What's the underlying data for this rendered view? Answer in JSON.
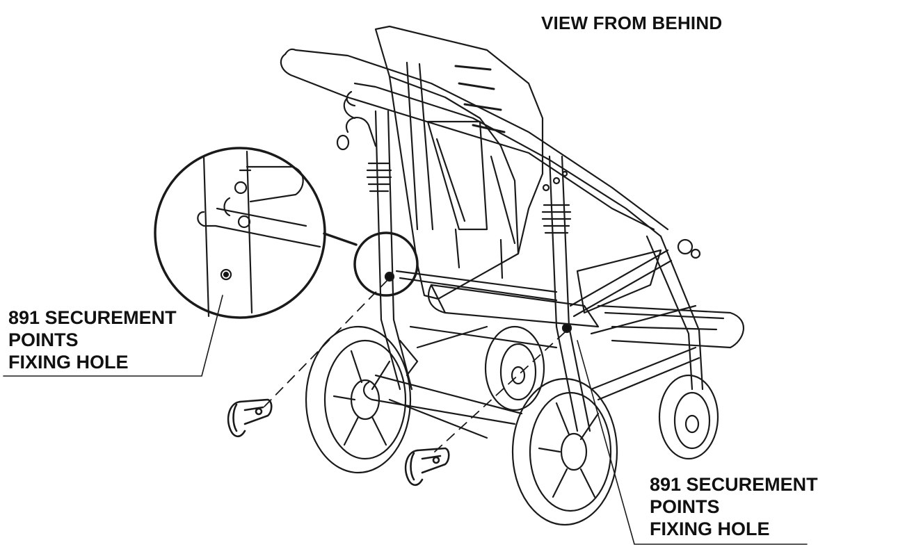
{
  "diagram": {
    "title": "VIEW FROM BEHIND",
    "callouts": [
      {
        "lines": [
          "891 SECUREMENT",
          "POINTS",
          "FIXING HOLE"
        ]
      },
      {
        "lines": [
          "891 SECUREMENT",
          "POINTS",
          "FIXING HOLE"
        ]
      }
    ]
  }
}
